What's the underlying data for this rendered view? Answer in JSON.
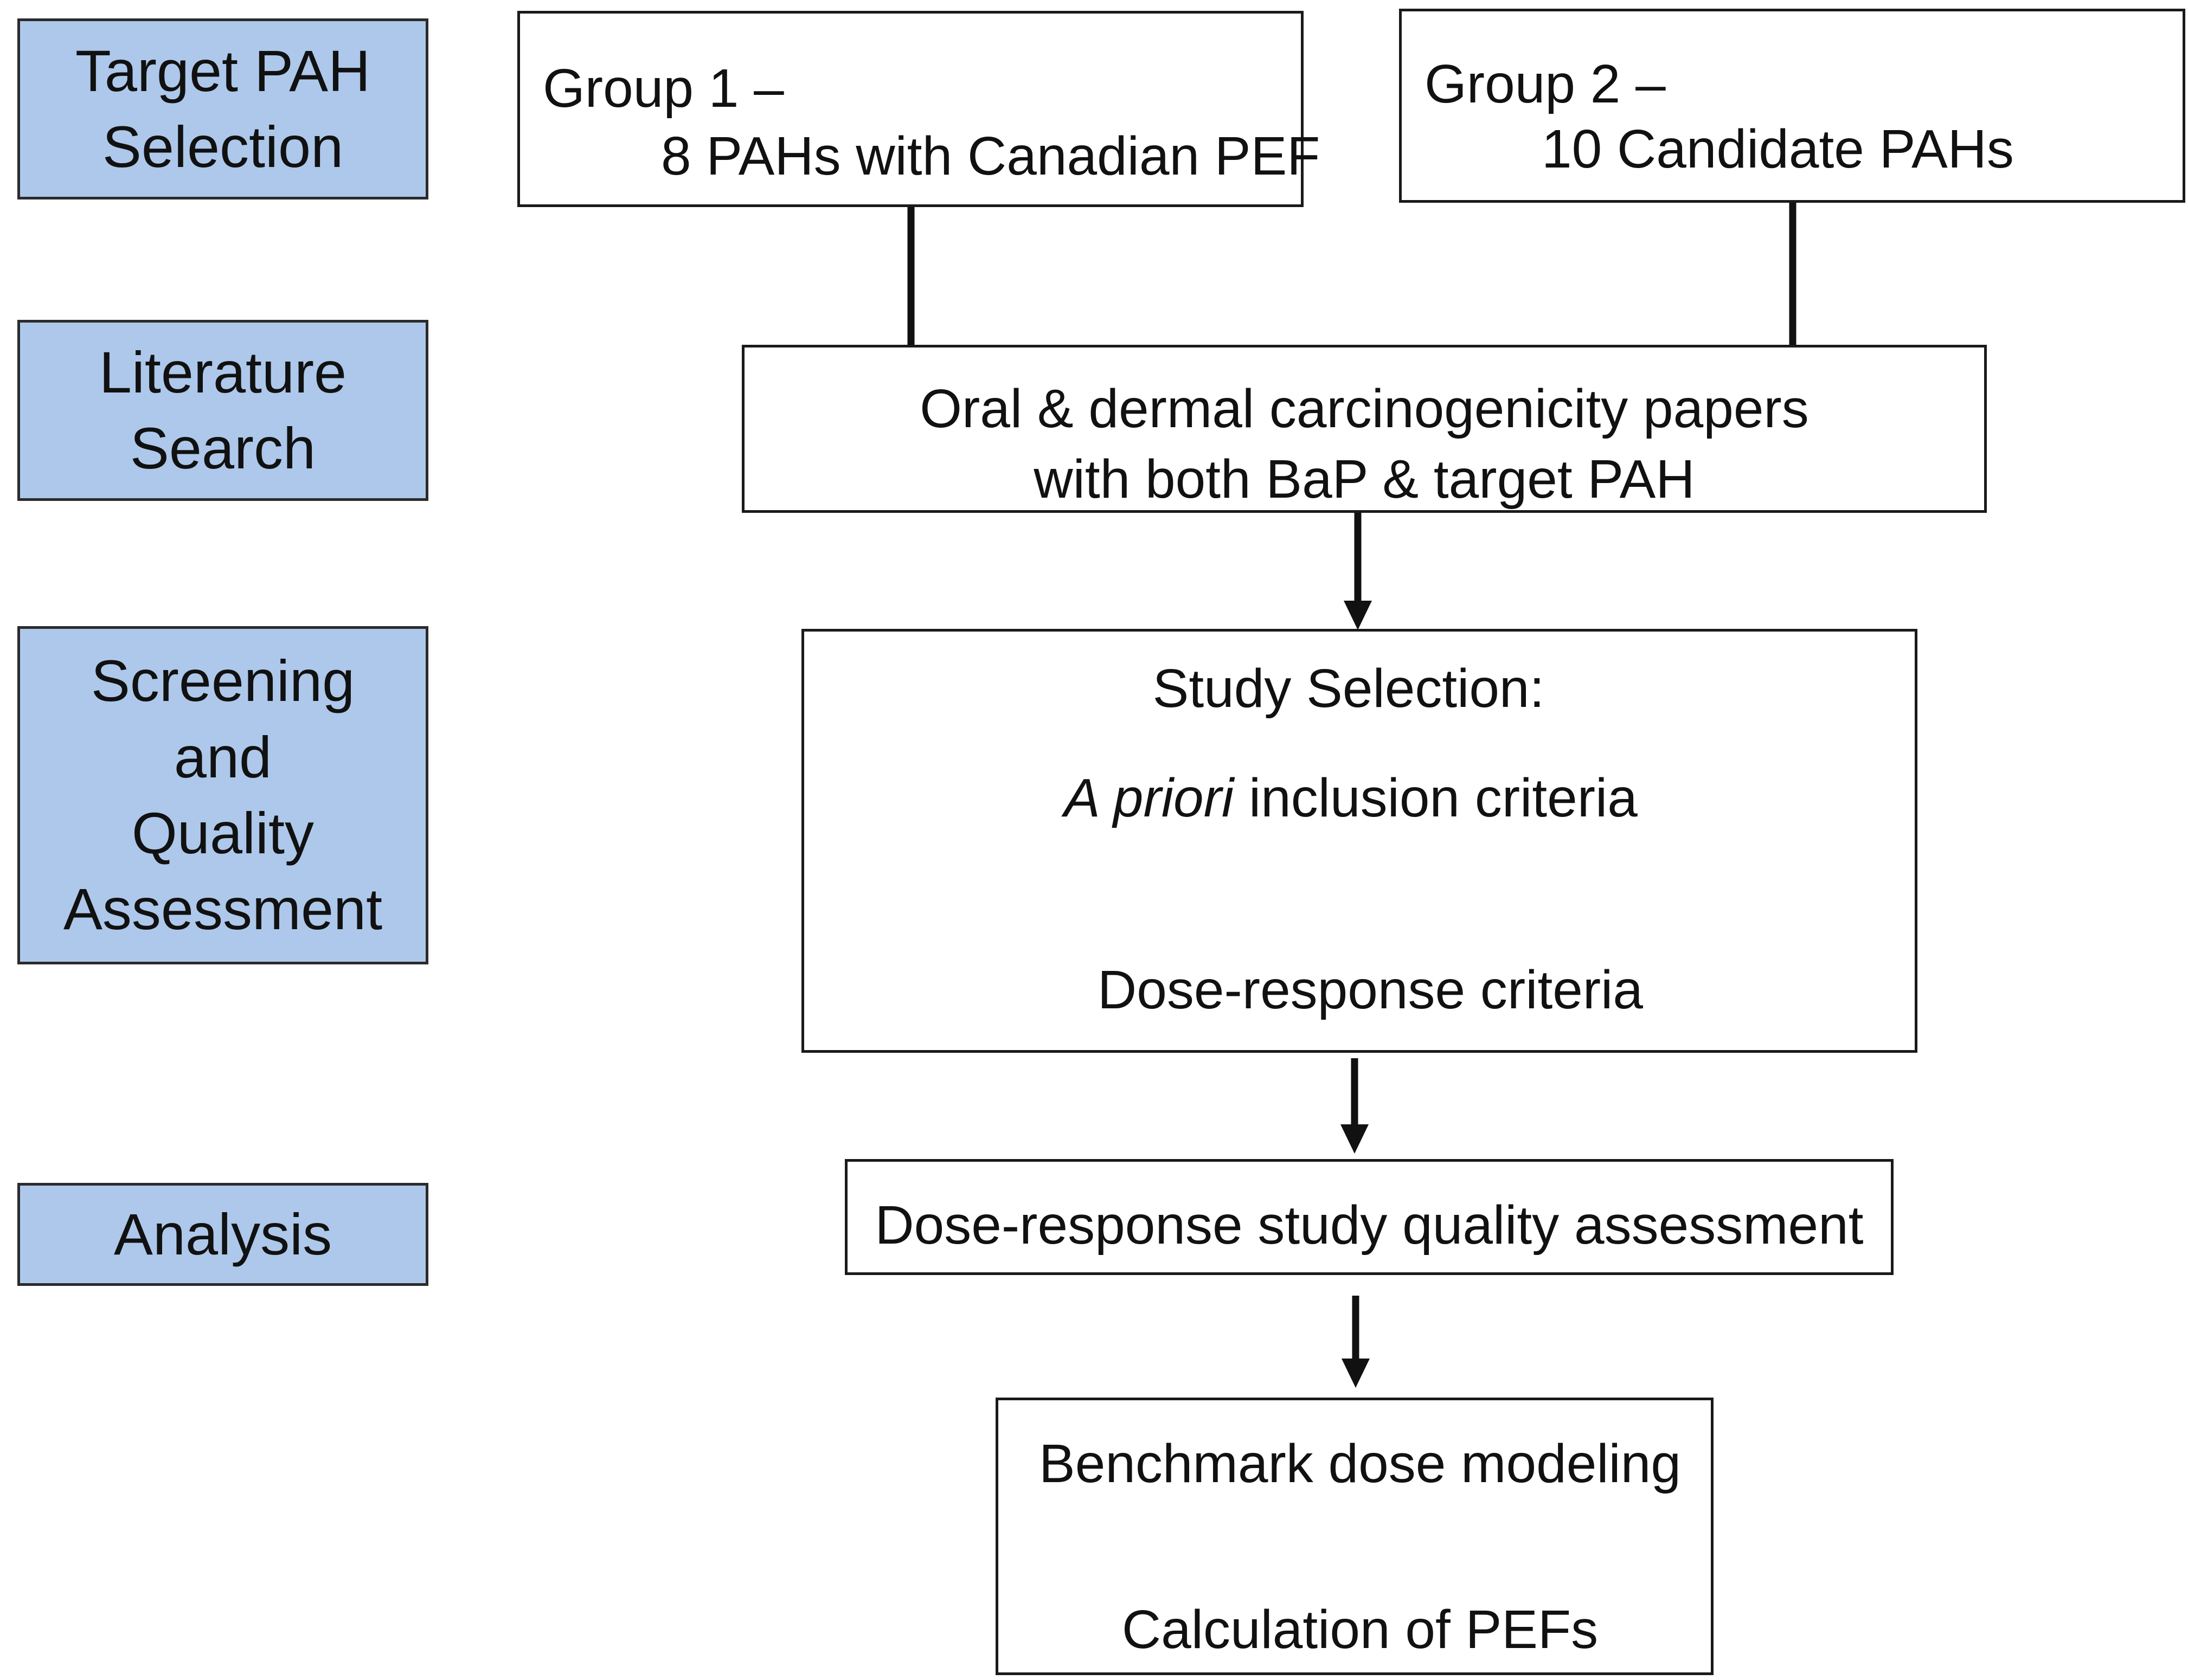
{
  "stage_labels": [
    {
      "lines": [
        "Target PAH",
        "Selection"
      ]
    },
    {
      "lines": [
        "Literature",
        "Search"
      ]
    },
    {
      "lines": [
        "Screening",
        "and",
        "Quality",
        "Assessment"
      ]
    },
    {
      "lines": [
        "Analysis"
      ]
    }
  ],
  "group1": {
    "line1": "Group 1 –",
    "line2": "8 PAHs with Canadian PEF"
  },
  "group2": {
    "line1": "Group 2 –",
    "line2": "10 Candidate PAHs"
  },
  "literature_box": {
    "lines": [
      "Oral & dermal carcinogenicity papers",
      "with both BaP & target PAH"
    ]
  },
  "study_selection": {
    "title": "Study Selection:",
    "criteria_italic": "A priori",
    "criteria_rest": " inclusion criteria",
    "dose_response": "Dose-response criteria"
  },
  "quality_box": {
    "text": "Dose-response study quality assessment"
  },
  "analysis_box": {
    "line1": "Benchmark dose modeling",
    "line2": "Calculation of PEFs"
  },
  "colors": {
    "stage_fill": "#adc8ea",
    "border": "#1a1a1a"
  }
}
